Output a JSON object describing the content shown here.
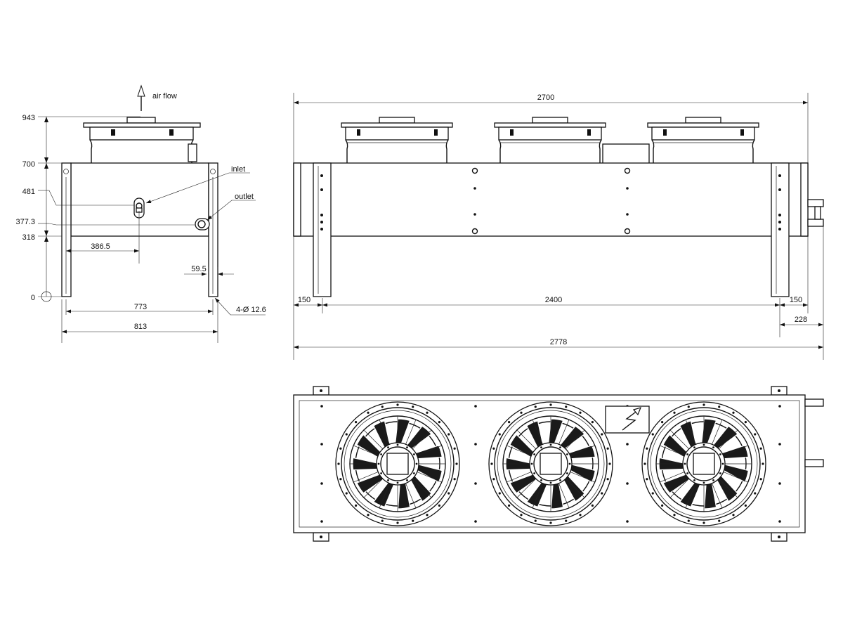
{
  "side_view": {
    "airflow_label": "air flow",
    "inlet_label": "inlet",
    "outlet_label": "outlet",
    "levels": [
      "943",
      "700",
      "481",
      "377.3",
      "318",
      "0"
    ],
    "dim_inlet_offset": "386.5",
    "dim_outlet_offset": "59.5",
    "dim_inner_width": "773",
    "dim_outer_width": "813",
    "dim_holes": "4-Ø 12.6"
  },
  "front_view": {
    "dim_total_top": "2700",
    "dim_left_overhang": "150",
    "dim_leg_span": "2400",
    "dim_right_overhang": "150",
    "dim_connection": "228",
    "dim_total_bottom": "2778"
  },
  "top_view": {
    "fan_count": 3,
    "blade_count": 11,
    "icons": [
      "electrical-box-lightning-icon",
      "fan-icon"
    ]
  }
}
